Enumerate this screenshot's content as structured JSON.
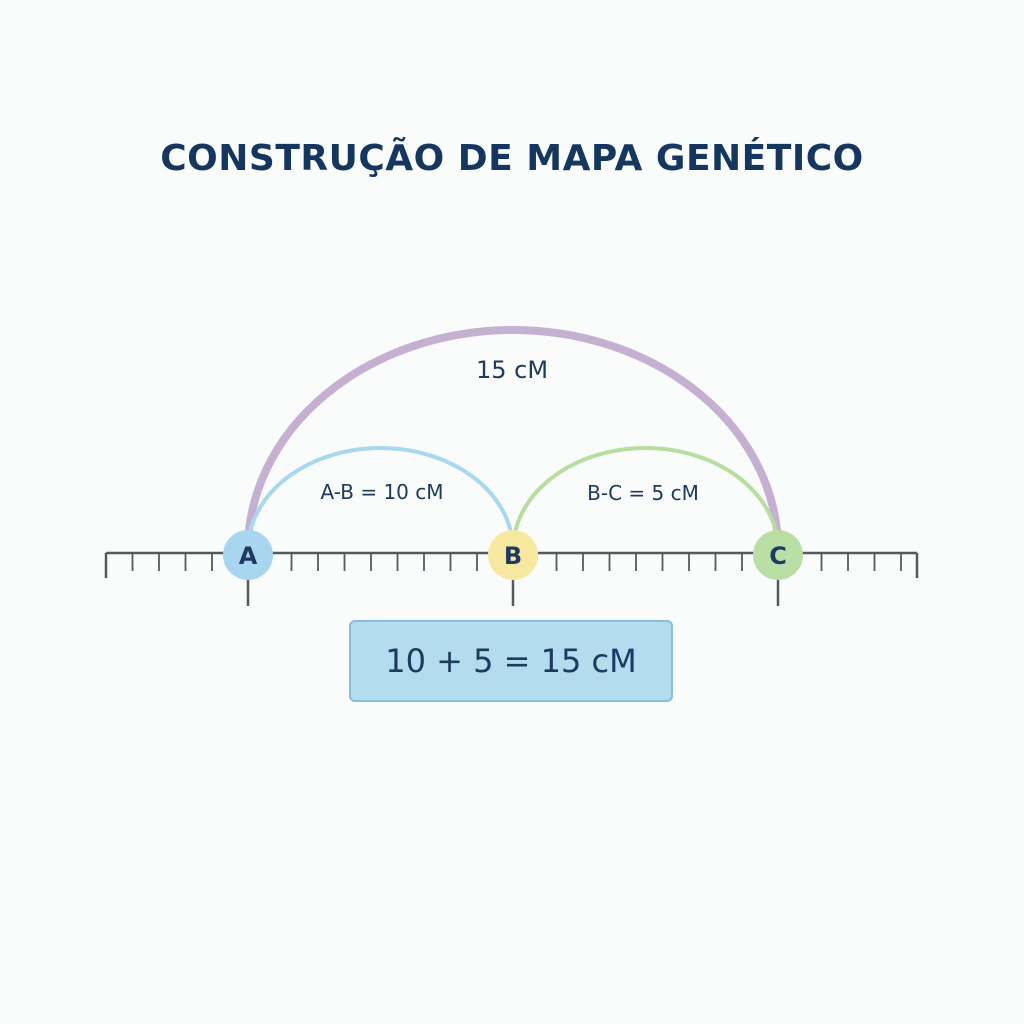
{
  "title": "CONSTRUÇÃO DE MAPA GENÉTICO",
  "markers": [
    {
      "label": "A",
      "color": "#a9d6ef"
    },
    {
      "label": "B",
      "color": "#f7e8a0"
    },
    {
      "label": "C",
      "color": "#b9dfa5"
    }
  ],
  "arcs": {
    "ab": {
      "label": "A-B = 10 cM",
      "color": "#a7d8ee"
    },
    "bc": {
      "label": "B-C = 5 cM",
      "color": "#b6df9f"
    },
    "ac": {
      "label": "15 cM",
      "color": "#c6b0d2"
    }
  },
  "equation": "10 + 5 = 15 cM",
  "colors": {
    "text": "#1d3a60",
    "ruler": "#55595e",
    "box_fill": "#b3dcef",
    "box_border": "#86bedb"
  }
}
